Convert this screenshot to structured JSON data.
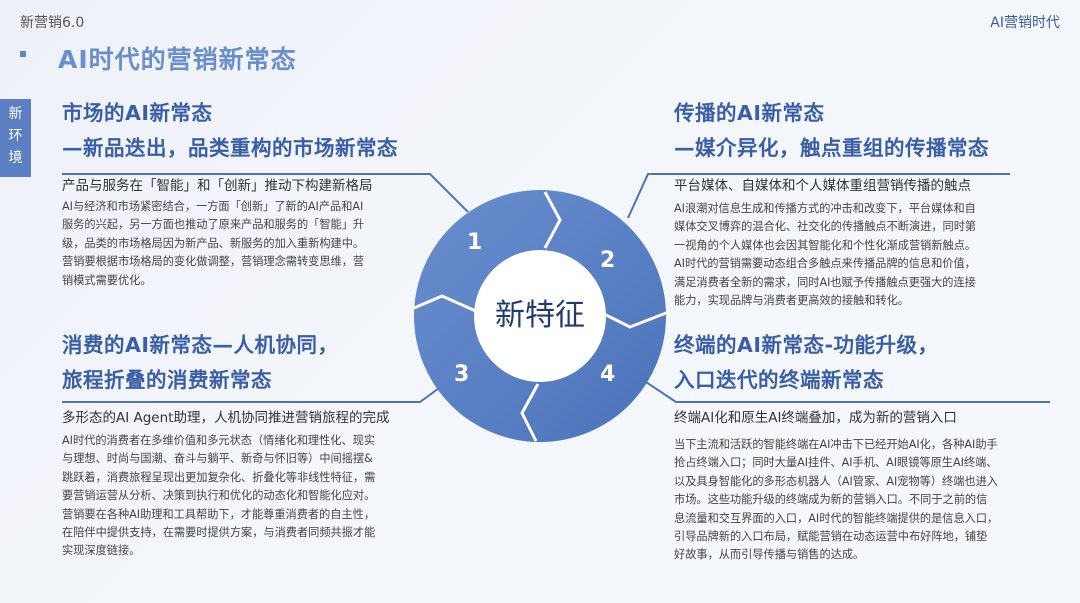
{
  "header": {
    "brand_left": "新营销6.0",
    "brand_right": "AI营销时代",
    "title": "AI时代的营销新常态"
  },
  "side_tag": {
    "chars": [
      "新",
      "环",
      "境"
    ]
  },
  "colors": {
    "accent": "#5b7fc2",
    "title_blue": "#3b5fa6",
    "page_title": "#6a8fcb",
    "ring": "#5b80c4",
    "center_text": "#223a6e"
  },
  "diagram": {
    "center_label": "新特征",
    "segments": [
      "1",
      "2",
      "3",
      "4"
    ]
  },
  "sections": [
    {
      "id": "market",
      "number": "1",
      "title_lines": [
        "市场的AI新常态",
        "—新品迭出，品类重构的市场新常态"
      ],
      "subtitle": "产品与服务在「智能」和「创新」推动下构建新格局",
      "body_lines": [
        "AI与经济和市场紧密结合，一方面「创新」了新的AI产品和AI",
        "服务的兴起，另一方面也推动了原来产品和服务的「智能」升",
        "级，品类的市场格局因为新产品、新服务的加入重新构建中。",
        "营销要根据市场格局的变化做调整，营销理念需转变思维，营",
        "销模式需要优化。"
      ]
    },
    {
      "id": "communication",
      "number": "2",
      "title_lines": [
        "传播的AI新常态",
        "—媒介异化，触点重组的传播常态"
      ],
      "subtitle": "平台媒体、自媒体和个人媒体重组营销传播的触点",
      "body_lines": [
        "AI浪潮对信息生成和传播方式的冲击和改变下，平台媒体和自",
        "媒体交叉博弈的混合化、社交化的传播触点不断演进，同时第",
        "一视角的个人媒体也会因其智能化和个性化渐成营销新触点。",
        "AI时代的营销需要动态组合多触点来传播品牌的信息和价值，",
        "满足消费者全新的需求，同时AI也赋予传播触点更强大的连接",
        "能力，实现品牌与消费者更高效的接触和转化。"
      ]
    },
    {
      "id": "consumption",
      "number": "3",
      "title_lines": [
        "消费的AI新常态—人机协同，",
        "旅程折叠的消费新常态"
      ],
      "subtitle": "多形态的AI Agent助理，人机协同推进营销旅程的完成",
      "body_lines": [
        "AI时代的消费者在多维价值和多元状态（情绪化和理性化、现实",
        "与理想、时尚与国潮、奋斗与躺平、新奇与怀旧等）中间摇摆&",
        "跳跃着，消费旅程呈现出更加复杂化、折叠化等非线性特征，需",
        "要营销运营从分析、决策到执行和优化的动态化和智能化应对。",
        "营销要在各种AI助理和工具帮助下，才能尊重消费者的自主性，",
        "在陪伴中提供支持，在需要时提供方案，与消费者同频共振才能",
        "实现深度链接。"
      ]
    },
    {
      "id": "terminal",
      "number": "4",
      "title_lines": [
        "终端的AI新常态-功能升级，",
        "入口迭代的终端新常态"
      ],
      "subtitle": "终端AI化和原生AI终端叠加，成为新的营销入口",
      "body_lines": [
        "当下主流和活跃的智能终端在AI冲击下已经开始AI化，各种AI助手",
        "抢占终端入口；同时大量AI挂件、AI手机、AI眼镜等原生AI终端、",
        "以及具身智能化的多形态机器人（AI管家、AI宠物等）终端也进入",
        "市场。这些功能升级的终端成为新的营销入口。不同于之前的信",
        "息流量和交互界面的入口，AI时代的智能终端提供的是信息入口，",
        "引导品牌新的入口布局，赋能营销在动态运营中布好阵地，铺垫",
        "好故事，从而引导传播与销售的达成。"
      ]
    }
  ]
}
